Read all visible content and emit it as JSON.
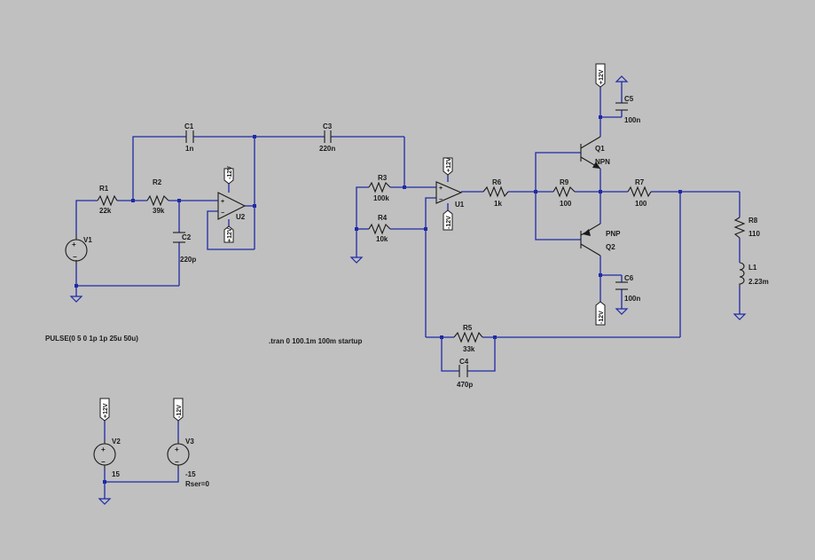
{
  "colors": {
    "background": "#c0c0c0",
    "wire": "#1e2aa6",
    "component": "#1a1a1a"
  },
  "components": {
    "c1": {
      "ref": "C1",
      "value": "1n"
    },
    "c3": {
      "ref": "C3",
      "value": "220n"
    },
    "r1": {
      "ref": "R1",
      "value": "22k"
    },
    "r2": {
      "ref": "R2",
      "value": "39k"
    },
    "c2": {
      "ref": "C2",
      "value": "220p"
    },
    "u2": {
      "ref": "U2"
    },
    "v1": {
      "ref": "V1"
    },
    "r3": {
      "ref": "R3",
      "value": "100k"
    },
    "r4": {
      "ref": "R4",
      "value": "10k"
    },
    "u1": {
      "ref": "U1"
    },
    "r6": {
      "ref": "R6",
      "value": "1k"
    },
    "r9": {
      "ref": "R9",
      "value": "100"
    },
    "r7": {
      "ref": "R7",
      "value": "100"
    },
    "q1": {
      "ref": "Q1",
      "value": "NPN"
    },
    "q2": {
      "ref": "Q2",
      "value": "PNP"
    },
    "c5": {
      "ref": "C5",
      "value": "100n"
    },
    "c6": {
      "ref": "C6",
      "value": "100n"
    },
    "r8": {
      "ref": "R8",
      "value": "110"
    },
    "l1": {
      "ref": "L1",
      "value": "2.23m"
    },
    "r5": {
      "ref": "R5",
      "value": "33k"
    },
    "c4": {
      "ref": "C4",
      "value": "470p"
    },
    "v2": {
      "ref": "V2",
      "value": "15"
    },
    "v3": {
      "ref": "V3",
      "value": "-15",
      "extra": "Rser=0"
    }
  },
  "ports": {
    "pos": "+12V",
    "neg": "-12V"
  },
  "directives": {
    "pulse": "PULSE(0 5 0 1p 1p 25u 50u)",
    "tran": ".tran 0 100.1m 100m startup"
  }
}
